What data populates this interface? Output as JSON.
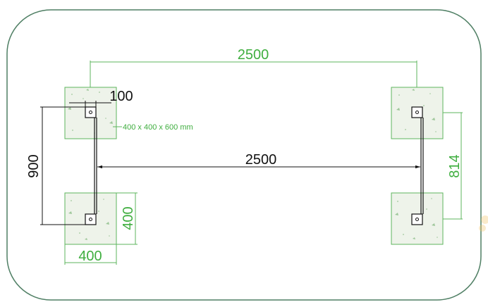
{
  "colors": {
    "frame": "#4f7f64",
    "green": "#5db55d",
    "green_text": "#3fae3f",
    "black": "#111111",
    "concrete_fill": "#eef3ea",
    "speckle": "#9ec79a"
  },
  "labels": {
    "top_span": "2500",
    "mid_span": "2500",
    "offset": "100",
    "height_left": "900",
    "height_right": "814",
    "footing_width": "400",
    "footing_height": "400",
    "footing_note": "400 x 400 x 600 mm"
  }
}
